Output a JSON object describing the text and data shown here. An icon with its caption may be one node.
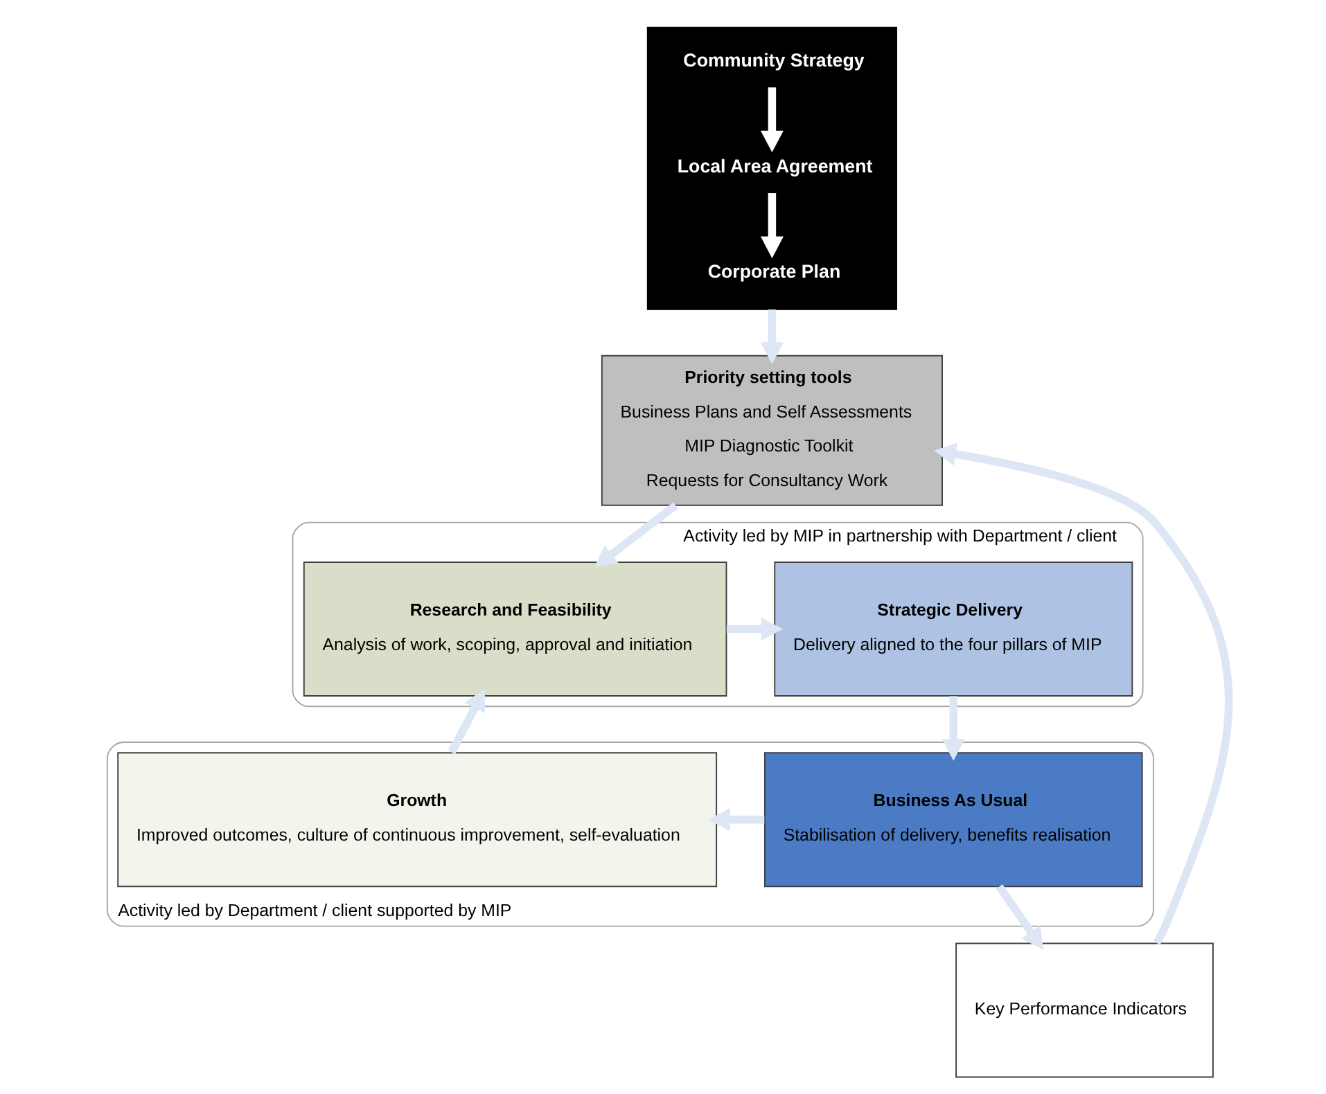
{
  "diagram": {
    "nodes": [
      {
        "text": [],
        "shape": "box"
      },
      {
        "text": [
          "Community Strategy"
        ],
        "in": 0
      },
      {
        "text": [
          "Local Area Agreement"
        ],
        "in": 0
      },
      {
        "text": [
          "Corporate Plan"
        ],
        "in": 0
      },
      {
        "text": [
          "Priority setting tools",
          "Business Plans and Self Assessments",
          "MIP Diagnostic Toolkit",
          "Requests for Consultancy Work"
        ]
      },
      {
        "text": [
          "Activity led by MIP in partnership with Department / client"
        ]
      },
      {
        "text": [
          "Research and Feasibility",
          "Analysis of work, scoping, approval and initiation"
        ],
        "in": 5
      },
      {
        "text": [
          "Strategic Delivery",
          "Delivery aligned to the four pillars of MIP"
        ],
        "in": 5
      },
      {
        "text": [
          "Activity led by Department / client supported by MIP"
        ]
      },
      {
        "text": [
          "Growth",
          "Improved outcomes, culture of continuous improvement, self-evaluation"
        ],
        "in": 8
      },
      {
        "text": [
          "Business As Usual",
          "Stabilisation of delivery, benefits realisation"
        ],
        "in": 8
      },
      {
        "text": [
          "Key Performance Indicators"
        ]
      }
    ],
    "edges": [
      {
        "from": 1,
        "to": 2,
        "arrow": "to",
        "color": "#ffffff"
      },
      {
        "from": 2,
        "to": 3,
        "arrow": "to",
        "color": "#ffffff"
      },
      {
        "from": 0,
        "to": 4,
        "arrow": "to"
      },
      {
        "from": 4,
        "to": 6,
        "arrow": "to"
      },
      {
        "from": 6,
        "to": 7,
        "arrow": "to"
      },
      {
        "from": 7,
        "to": 10,
        "arrow": "to"
      },
      {
        "from": 10,
        "to": 9,
        "arrow": "to"
      },
      {
        "from": 9,
        "to": 6,
        "arrow": "to"
      },
      {
        "from": 10,
        "to": 11,
        "arrow": "to"
      },
      {
        "from": 11,
        "to": 4,
        "arrow": "to"
      }
    ]
  }
}
